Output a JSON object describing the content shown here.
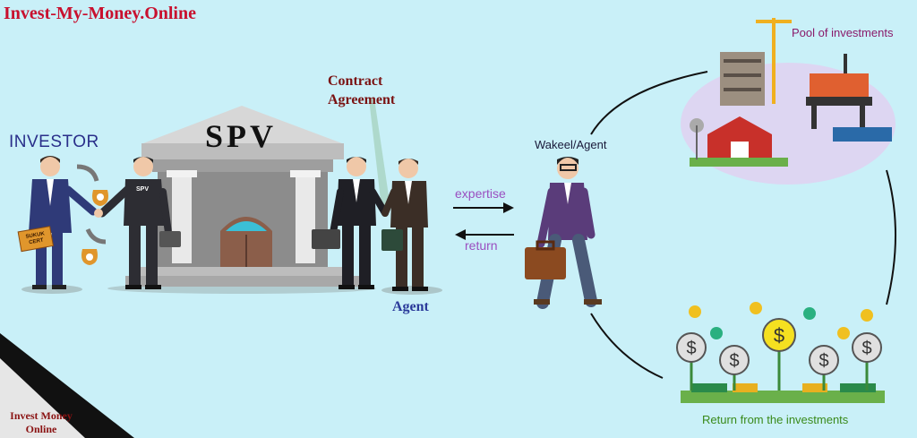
{
  "site_title": "Invest-My-Money.Online",
  "investor_label": "INVESTOR",
  "spv_label": "SPV",
  "spv_suit_label": "SPV",
  "sukuk_label": "SUKUK CERT",
  "contract_label_line1": "Contract",
  "contract_label_line2": "Agreement",
  "agent_label": "Agent",
  "expertise_label": "expertise",
  "return_label": "return",
  "wakeel_label": "Wakeel/Agent",
  "pool_label": "Pool of investments",
  "return_from_label": "Return from the investments",
  "footer_line1": "Invest Money",
  "footer_line2": "Online",
  "colors": {
    "background": "#c9f0f8",
    "title_red": "#c8102e",
    "navy": "#2a2f8a",
    "arrow_purple": "#9a4fc0"
  }
}
